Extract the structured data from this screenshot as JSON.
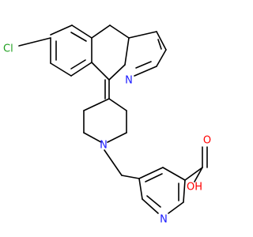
{
  "molecule": {
    "atom_labels": {
      "chlorine": "Cl",
      "pyridine_nitrogen_fused": "N",
      "piperidine_nitrogen": "N",
      "pyridine_nitrogen_lower": "N",
      "carboxyl_carbonyl_oxygen": "O",
      "carboxyl_hydroxyl": "OH"
    },
    "colors": {
      "bond": "#000000",
      "nitrogen": "#1a1aff",
      "oxygen": "#ff0000",
      "chlorine": "#1fa01f"
    }
  }
}
